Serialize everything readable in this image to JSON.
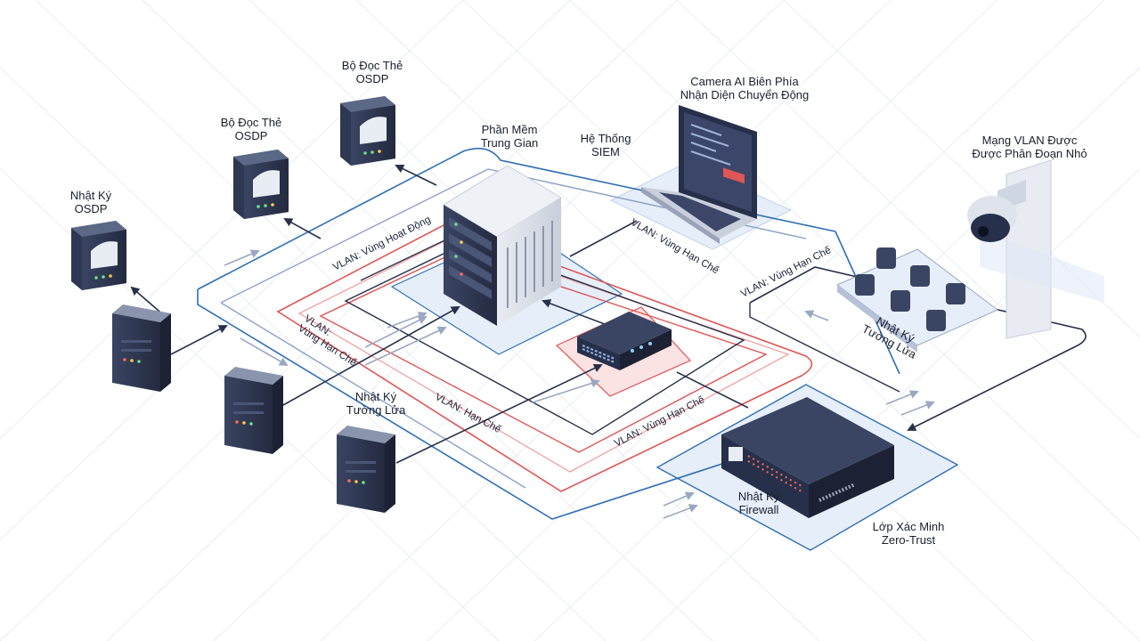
{
  "colors": {
    "navy": "#27304a",
    "blue_line": "#2f6fb5",
    "red_line": "#e05555",
    "zone_blue_fill": "#e6eef9",
    "zone_red_fill": "#fbe3e3",
    "grid": "#e7ebf2"
  },
  "labels": {
    "osdp_reader_top": [
      "Bộ Đọc Thẻ",
      "OSDP"
    ],
    "osdp_reader_mid": [
      "Bộ Đọc Thẻ",
      "OSDP"
    ],
    "osdp_log": [
      "Nhật Ký",
      "OSDP"
    ],
    "middleware": [
      "Phần Mềm",
      "Trung Gian"
    ],
    "siem": [
      "Hệ Thống",
      "SIEM"
    ],
    "ai_camera": [
      "Camera AI Biên Phía",
      "Nhận Diện Chuyển Động"
    ],
    "vlan_segmented": [
      "Mạng VLAN Được",
      "Được Phân Đoạn Nhỏ"
    ],
    "firewall_log_center": [
      "Nhật Ký",
      "Tường Lửa"
    ],
    "firewall_log_right": [
      "Nhật Ký",
      "Tường Lửa"
    ],
    "firewall_log_device": [
      "Nhật Ký",
      "Firewall"
    ],
    "zero_trust": [
      "Lớp Xác Minh",
      "Zero-Trust"
    ]
  },
  "vlan_tags": {
    "active_zone": "VLAN: Vùng Hoạt Động",
    "restricted_left": [
      "VLAN:",
      "Vùng Hạn Chế"
    ],
    "restricted_laptop": "VLAN: Vùng Hạn Chế",
    "restricted_right": "VLAN: Vùng Hạn Chế",
    "restricted_center": "VLAN: Vùng Hạn Chế",
    "limited": "VLAN: Hạn Chế"
  },
  "icons": {
    "server": "server-tower-icon",
    "reader": "card-reader-icon",
    "camera": "dome-camera-icon",
    "laptop": "laptop-icon",
    "switch": "network-switch-icon",
    "firewall": "firewall-appliance-icon"
  }
}
